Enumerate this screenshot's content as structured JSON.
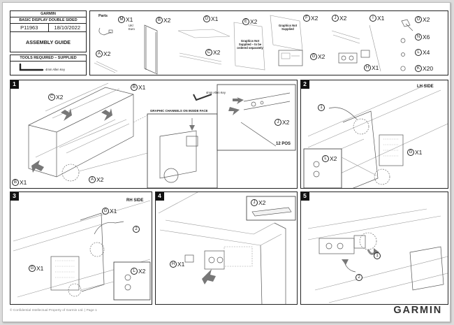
{
  "title_block": {
    "brand": "GARMIN",
    "product": "BASIC DISPLAY DOUBLE SIDED",
    "code": "P11963",
    "date": "18/10/2022",
    "doc_type": "ASSEMBLY GUIDE"
  },
  "tools": {
    "heading": "TOOLS REQUIRED – SUPPLIED",
    "item": "4mm Allen Key"
  },
  "parts": {
    "heading": "Parts",
    "items": [
      {
        "letter": "M",
        "qty": "X1",
        "note": "UK/ Euro"
      },
      {
        "letter": "A",
        "qty": "X2"
      },
      {
        "letter": "B",
        "qty": "X2"
      },
      {
        "letter": "D",
        "qty": "X1"
      },
      {
        "letter": "C",
        "qty": "X2"
      },
      {
        "letter": "E",
        "qty": "X2"
      },
      {
        "letter": "F",
        "qty": "X2"
      },
      {
        "letter": "J",
        "qty": "X2"
      },
      {
        "letter": "I",
        "qty": "X1"
      },
      {
        "letter": "G",
        "qty": "X2"
      },
      {
        "letter": "H",
        "qty": "X1"
      },
      {
        "letter": "O",
        "qty": "X2"
      },
      {
        "letter": "N",
        "qty": "X6"
      },
      {
        "letter": "L",
        "qty": "X4"
      },
      {
        "letter": "K",
        "qty": "X20"
      }
    ],
    "note_e": "Graphics Not Supplied – to be ordered separately",
    "note_f": "Graphics Not Supplied"
  },
  "steps": [
    {
      "number": "1",
      "callouts": [
        {
          "letter": "C",
          "qty": "X2"
        },
        {
          "letter": "B",
          "qty": "X1"
        },
        {
          "letter": "B",
          "qty": "X1"
        },
        {
          "letter": "A",
          "qty": "X2"
        },
        {
          "letter": "J",
          "qty": "X2"
        }
      ],
      "note_channels": "GRAPHIC CHANNELS ON INSIDE FACE",
      "tool_label": "4mm Allen Key",
      "positions": "12 POS"
    },
    {
      "number": "2",
      "side": "LH SIDE",
      "callouts": [
        {
          "letter": "L",
          "qty": "X2"
        },
        {
          "letter": "G",
          "qty": "X1"
        }
      ],
      "seq": [
        "1"
      ]
    },
    {
      "number": "3",
      "side": "RH SIDE",
      "callouts": [
        {
          "letter": "G",
          "qty": "X1"
        },
        {
          "letter": "G",
          "qty": "X1"
        },
        {
          "letter": "L",
          "qty": "X2"
        }
      ],
      "seq": [
        "2"
      ]
    },
    {
      "number": "4",
      "callouts": [
        {
          "letter": "J",
          "qty": "X2"
        },
        {
          "letter": "H",
          "qty": "X1"
        }
      ]
    },
    {
      "number": "5",
      "seq": [
        "1",
        "2"
      ]
    }
  ],
  "footer": {
    "copyright": "© Confidential Intellectual Property of Garmin Ltd. | Page 1",
    "logo": "GARMIN"
  }
}
